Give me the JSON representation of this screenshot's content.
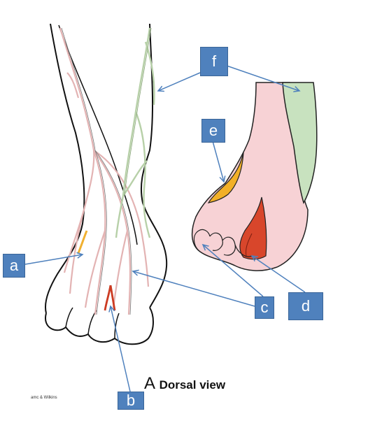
{
  "labels": {
    "a": "a",
    "b": "b",
    "c": "c",
    "d": "d",
    "e": "e",
    "f": "f"
  },
  "caption": {
    "letter": "A",
    "text": "Dorsal view"
  },
  "credit": "amc & Wilkins",
  "colors": {
    "label_fill": "#4f81bd",
    "arrow": "#4f81bd",
    "nerve_pink": "#e8b9b9",
    "nerve_green": "#b5cfa6",
    "region_pink": "#f7d3d6",
    "region_green": "#c9e3c0",
    "region_yellow": "#f4b227",
    "region_red": "#d9472b"
  }
}
